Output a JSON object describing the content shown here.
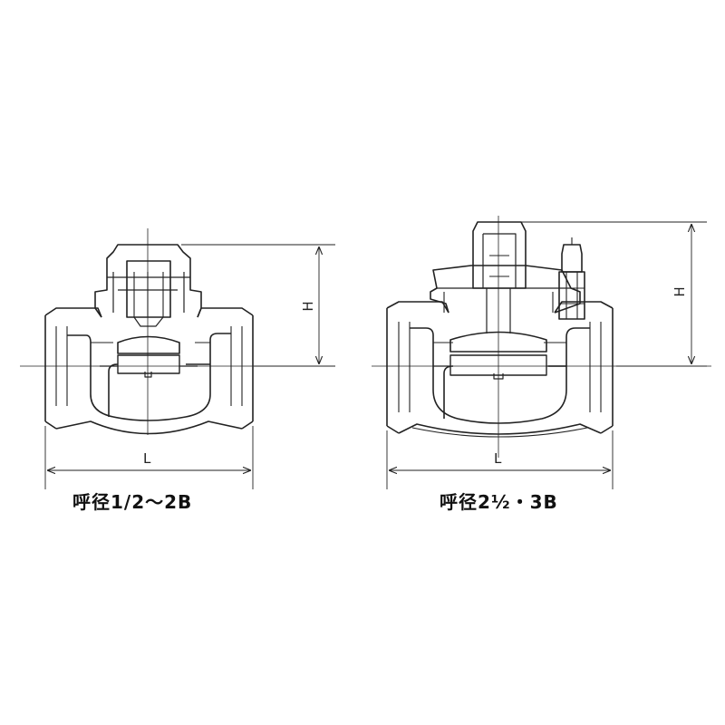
{
  "diagram": {
    "left_valve": {
      "caption": "呼径1/2〜2B",
      "width_label": "L",
      "height_label": "H"
    },
    "right_valve": {
      "caption": "呼径2½・3B",
      "width_label": "L",
      "height_label": "H"
    }
  }
}
